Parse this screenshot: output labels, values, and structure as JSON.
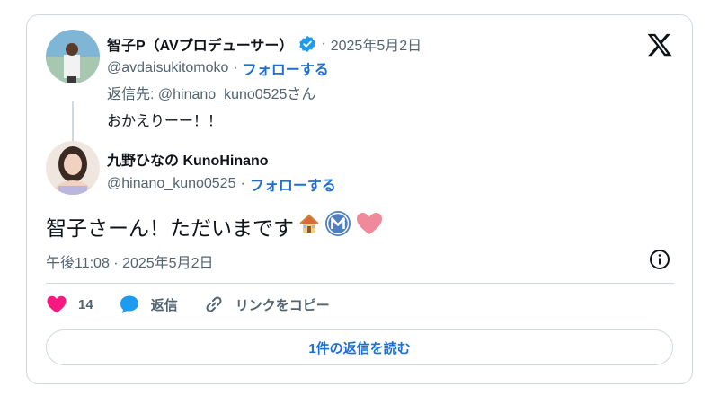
{
  "quoted_tweet": {
    "display_name": "智子P（AVプロデューサー）",
    "verified": true,
    "date": "2025年5月2日",
    "handle": "@avdaisukitomoko",
    "follow_label": "フォローする",
    "reply_to": "返信先: @hinano_kuno0525さん",
    "text": "おかえりーー！！"
  },
  "main_tweet": {
    "display_name": "九野ひなの KunoHinano",
    "handle": "@hinano_kuno0525",
    "follow_label": "フォローする",
    "text": "智子さーん！ただいまです",
    "emojis": [
      "house-emoji",
      "m-circle-emoji",
      "pink-heart-emoji"
    ],
    "timestamp": "午後11:08 · 2025年5月2日"
  },
  "separator": "·",
  "actions": {
    "like_count": "14",
    "reply_label": "返信",
    "copy_link_label": "リンクをコピー"
  },
  "read_replies_label": "1件の返信を読む",
  "colors": {
    "link": "#1d6fd6",
    "heart": "#f91880",
    "verified": "#1d9bf0",
    "muted": "#536471",
    "border": "#cfd9de"
  }
}
